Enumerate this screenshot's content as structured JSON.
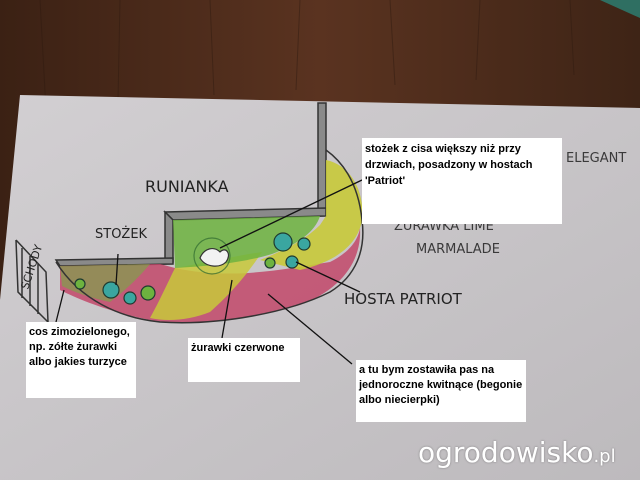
{
  "labels": {
    "stozek_cisa": "stożek z cisa większy niż przy drzwiach, posadzony w hostach 'Patriot'",
    "cos_zimozielonego": "cos zimozielonego, np. zółte żurawki albo jakies turzyce",
    "zurawki_czerwone": "żurawki czerwone",
    "pas_jednoroczne": "a tu bym zostawiła pas na jednoroczne kwitnące (begonie albo niecierpki)"
  },
  "sketch": {
    "runianka": "RUNIANKA",
    "stozek": "STOŻEK",
    "schody": "SCHODY",
    "zurawka_line1": "ŻURAWKA LIME",
    "zurawka_line2": "MARMALADE",
    "hosta": "HOSTA PATRIOT",
    "elegant": "ELEGANT"
  },
  "watermark": {
    "main": "ogrodowisko",
    "tld": ".pl"
  },
  "colors": {
    "wood": "#4a2a1a",
    "paper": "#c9c6c9",
    "yellow_green": "#c8c93a",
    "red_pink": "#c2486a",
    "green": "#6db33f",
    "teal": "#3aa6a0"
  }
}
